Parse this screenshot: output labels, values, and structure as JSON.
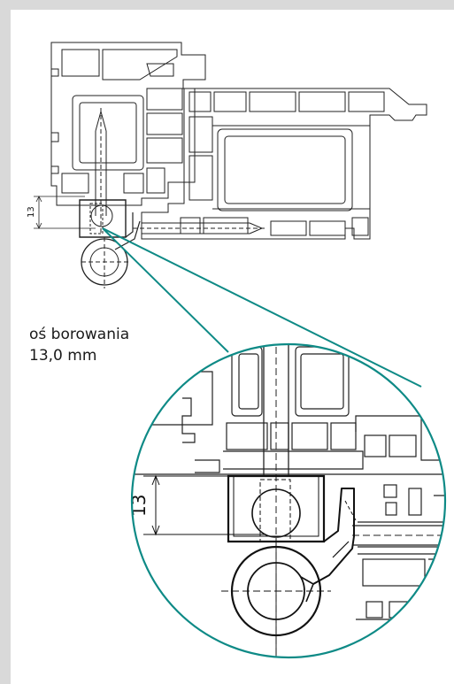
{
  "caption": {
    "line1": "oś borowania",
    "line2": "13,0 mm"
  },
  "dimension": {
    "small_label": "13",
    "large_label": "13"
  },
  "colors": {
    "magnifier": "#0e8a86",
    "frame": "#d9d9d9",
    "line": "#222222"
  }
}
